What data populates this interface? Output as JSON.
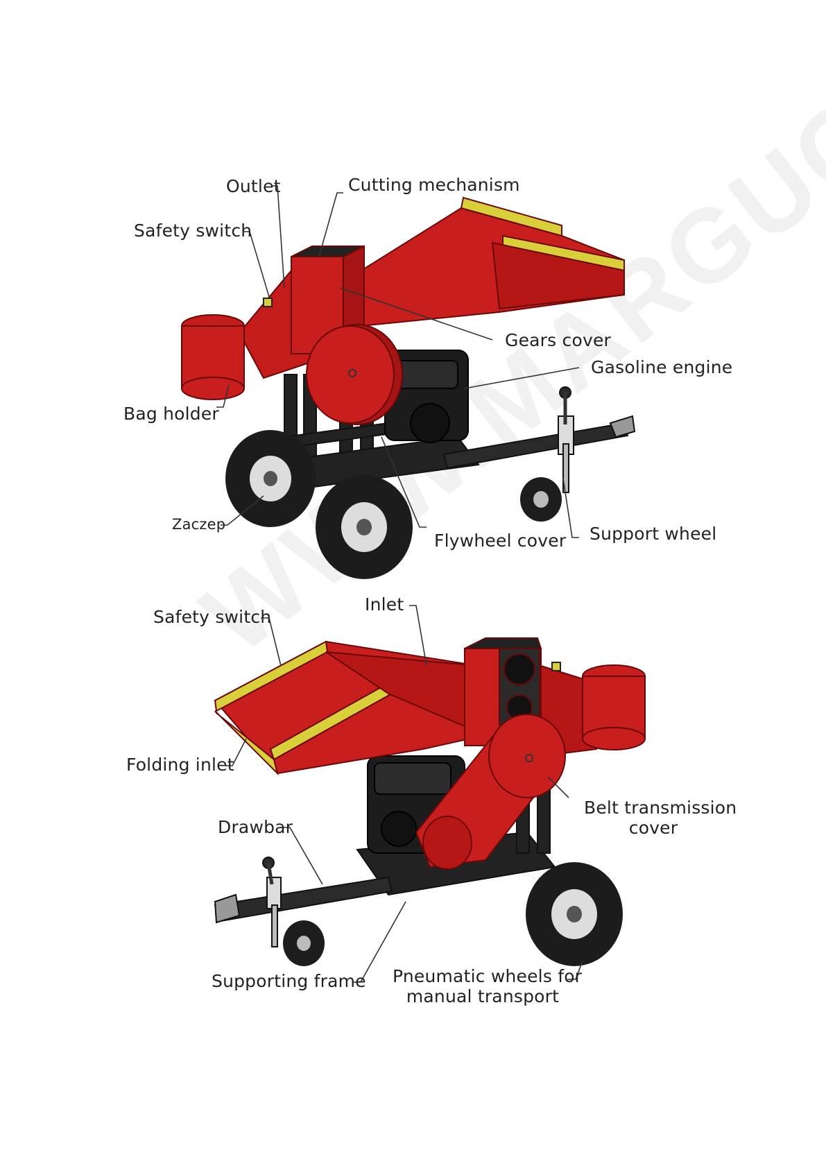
{
  "watermark": "WWW.MARGUCIAI.LT",
  "colors": {
    "body_red": "#c81e1e",
    "dark_red": "#8e1010",
    "frame": "#222222",
    "accent_yellow": "#d8cf3a"
  },
  "top_view": {
    "labels": {
      "outlet": "Outlet",
      "cutting_mechanism": "Cutting mechanism",
      "safety_switch": "Safety switch",
      "gears_cover": "Gears cover",
      "gasoline_engine": "Gasoline engine",
      "bag_holder": "Bag holder",
      "zaczep": "Zaczep",
      "flywheel_cover": "Flywheel cover",
      "support_wheel": "Support wheel"
    }
  },
  "bottom_view": {
    "labels": {
      "safety_switch": "Safety switch",
      "inlet": "Inlet",
      "folding_inlet": "Folding inlet",
      "belt_transmission_cover_1": "Belt transmission",
      "belt_transmission_cover_2": "cover",
      "drawbar": "Drawbar",
      "supporting_frame": "Supporting frame",
      "pneumatic_wheels_1": "Pneumatic wheels for",
      "pneumatic_wheels_2": "manual transport"
    }
  }
}
